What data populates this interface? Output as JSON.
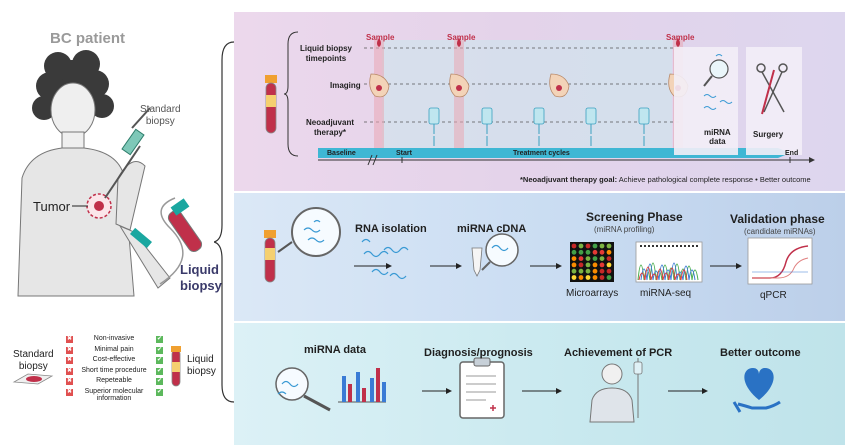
{
  "patient": {
    "title": "BC patient",
    "standard_biopsy": "Standard\nbiopsy",
    "tumor": "Tumor",
    "liquid_biopsy": "Liquid\nbiopsy"
  },
  "comparison": {
    "standard_label": "Standard\nbiopsy",
    "liquid_label": "Liquid\nbiopsy",
    "features": [
      "Non-invasive",
      "Minimal pain",
      "Cost-effective",
      "Short time procedure",
      "Repeteable",
      "Superior molecular\ninformation"
    ],
    "colors": {
      "cross": "#e05050",
      "check": "#5cb85c"
    }
  },
  "timeline": {
    "sample_label": "Sample",
    "row_labels": [
      "Liquid biopsy\ntimepoints",
      "Imaging",
      "Neoadjuvant\ntherapy*"
    ],
    "mirna_data": "miRNA\ndata",
    "surgery": "Surgery",
    "axis": {
      "baseline": "Baseline",
      "start": "Start",
      "treatment": "Treatment cycles",
      "end": "End"
    },
    "footnote_bold": "*Neoadjuvant therapy goal:",
    "footnote_rest": " Achieve pathological complete response • Better outcome"
  },
  "workflow": {
    "rna_isolation": "RNA isolation",
    "mirna_cdna": "miRNA cDNA",
    "screening_title": "Screening Phase",
    "screening_sub": "(miRNA profiling)",
    "microarrays": "Microarrays",
    "mirna_seq": "miRNA-seq",
    "validation_title": "Validation phase",
    "validation_sub": "(candidate miRNAs)",
    "qpcr": "qPCR"
  },
  "outcome": {
    "mirna_data": "miRNA data",
    "diagnosis": "Diagnosis/prognosis",
    "pcr": "Achievement of PCR",
    "better": "Better outcome"
  },
  "colors": {
    "accent_red": "#c0304a",
    "blue_heart": "#2a72c4",
    "teal": "#1aa7a0"
  }
}
